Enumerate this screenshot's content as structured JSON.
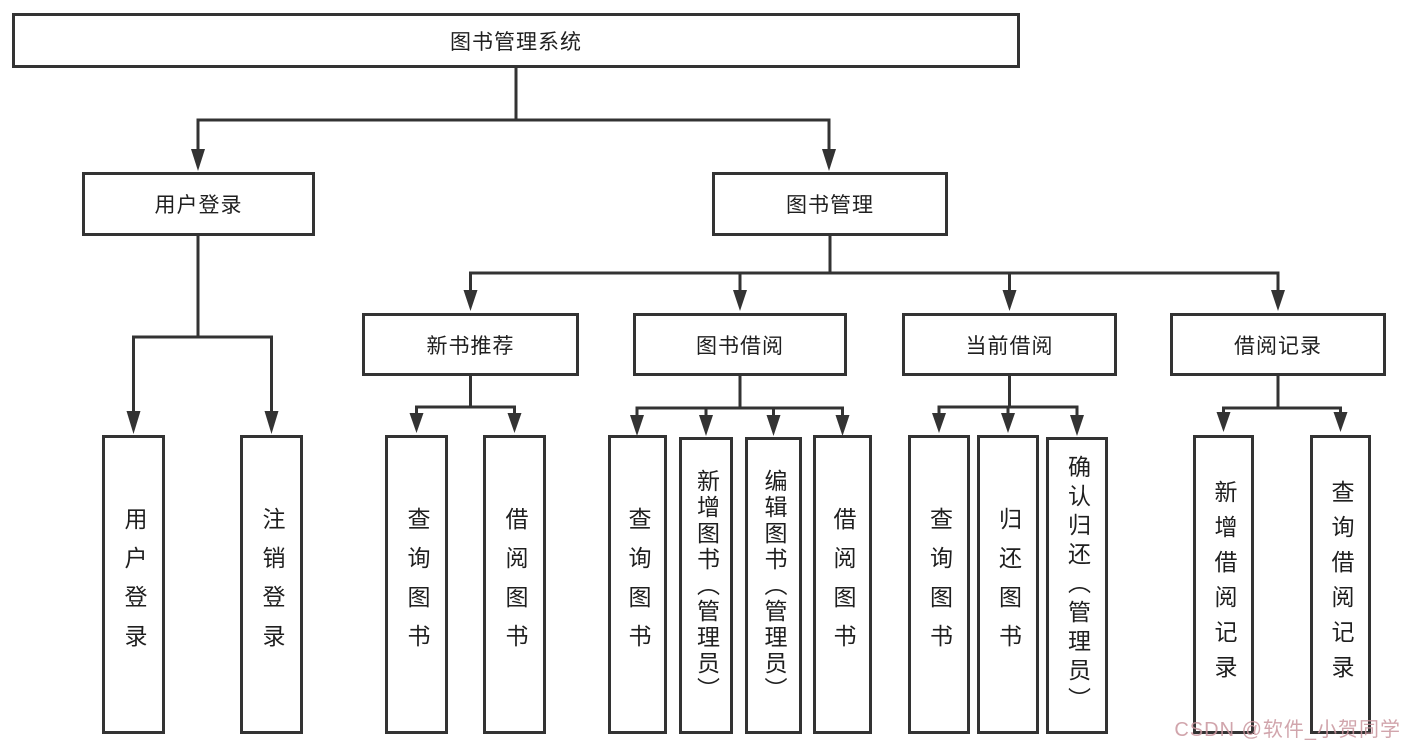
{
  "tree": {
    "root": {
      "label": "图书管理系统"
    },
    "branches": [
      {
        "label": "用户登录",
        "children": [
          {
            "label": "用户登录"
          },
          {
            "label": "注销登录"
          }
        ]
      },
      {
        "label": "图书管理",
        "children": [
          {
            "label": "新书推荐",
            "children": [
              {
                "label": "查询图书"
              },
              {
                "label": "借阅图书"
              }
            ]
          },
          {
            "label": "图书借阅",
            "children": [
              {
                "label": "查询图书"
              },
              {
                "label": "新增图书（管理员）"
              },
              {
                "label": "编辑图书（管理员）"
              },
              {
                "label": "借阅图书"
              }
            ]
          },
          {
            "label": "当前借阅",
            "children": [
              {
                "label": "查询图书"
              },
              {
                "label": "归还图书"
              },
              {
                "label": "确认归还（管理员）"
              }
            ]
          },
          {
            "label": "借阅记录",
            "children": [
              {
                "label": "新增借阅记录"
              },
              {
                "label": "查询借阅记录"
              }
            ]
          }
        ]
      }
    ]
  },
  "watermark": {
    "text": "CSDN @软件_小贺同学"
  },
  "colors": {
    "line": "#333333",
    "box_border": "#333333",
    "text": "#1f1f1f",
    "background": "#ffffff",
    "watermark": "#c9959e"
  }
}
